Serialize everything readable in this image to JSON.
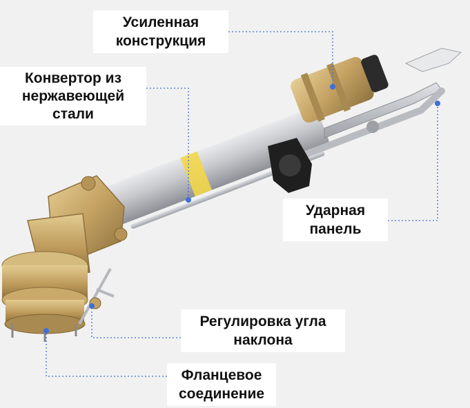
{
  "labels": {
    "reinforced": {
      "line1": "Усиленная",
      "line2": "конструкция"
    },
    "converter": {
      "line1": "Конвертор из",
      "line2": "нержавеющей",
      "line3": "стали"
    },
    "impact_panel": {
      "line1": "Ударная",
      "line2": "панель"
    },
    "tilt_adjust": {
      "line1": "Регулировка угла",
      "line2": "наклона"
    },
    "flange": {
      "line1": "Фланцевое",
      "line2": "соединение"
    }
  },
  "colors": {
    "background": "#f1f1f1",
    "leader_line": "#3f6fd8",
    "brass": "#c9a86a",
    "tube": "#c9cbd0"
  }
}
